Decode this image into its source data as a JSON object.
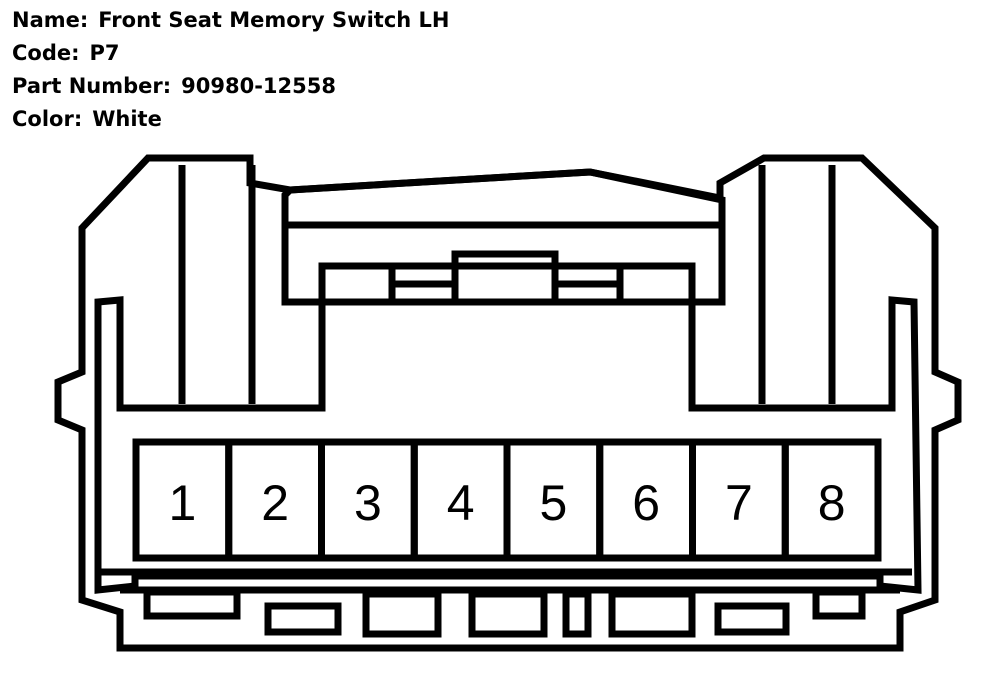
{
  "info": {
    "name_label": "Name:",
    "name_value": "Front Seat Memory Switch LH",
    "code_label": "Code:",
    "code_value": "P7",
    "part_label": "Part Number:",
    "part_value": "90980-12558",
    "color_label": "Color:",
    "color_value": "White"
  },
  "pins": [
    "1",
    "2",
    "3",
    "4",
    "5",
    "6",
    "7",
    "8"
  ]
}
